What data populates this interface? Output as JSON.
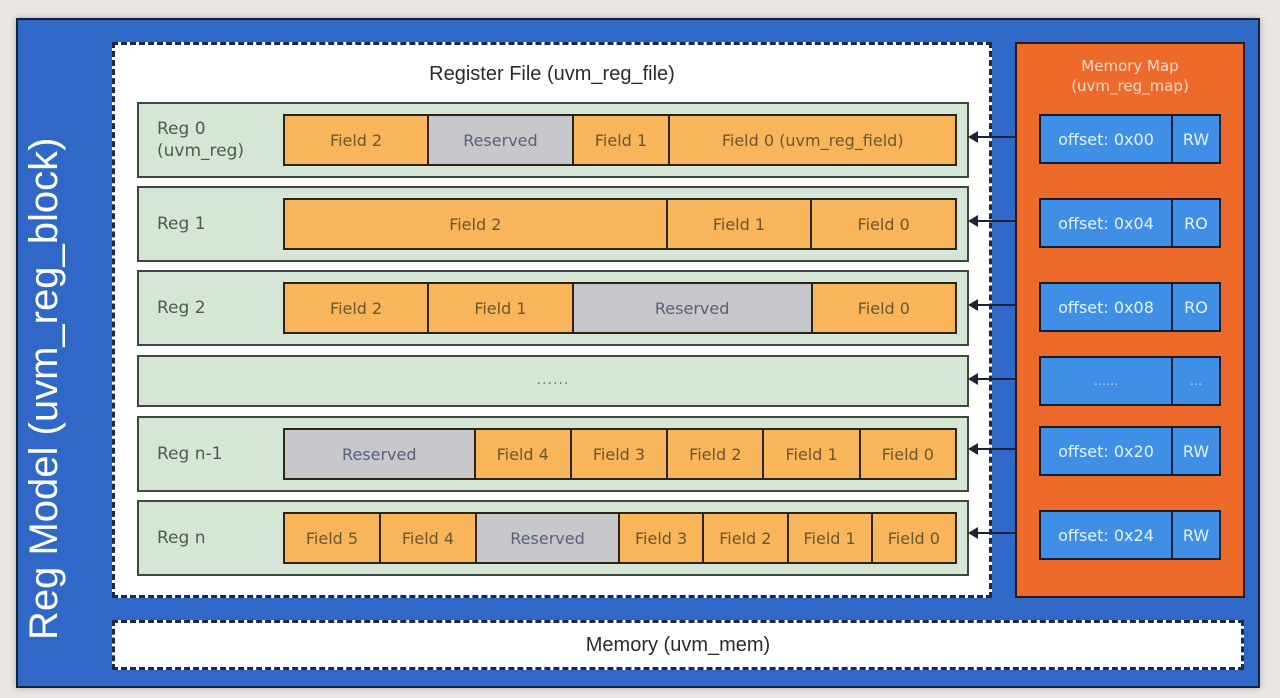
{
  "reg_block": {
    "title": "Reg Model (uvm_reg_block)",
    "colors": {
      "block_bg": "#2f68c6",
      "field": "#f8b55a",
      "reserved": "#c8c8cc",
      "reg_row": "#d6e6d6",
      "memory_map": "#ee6a2b",
      "offset_box": "#3f8fe6"
    }
  },
  "register_file": {
    "title": "Register File (uvm_reg_file)",
    "registers": [
      {
        "label": "Reg 0\n(uvm_reg)",
        "fields": [
          {
            "label": "Field 2",
            "type": "field",
            "bits": 3
          },
          {
            "label": "Reserved",
            "type": "reserved",
            "bits": 3
          },
          {
            "label": "Field 1",
            "type": "field",
            "bits": 2
          },
          {
            "label": "Field 0 (uvm_reg_field)",
            "type": "field",
            "bits": 6
          }
        ]
      },
      {
        "label": "Reg 1",
        "fields": [
          {
            "label": "Field 2",
            "type": "field",
            "bits": 8
          },
          {
            "label": "Field 1",
            "type": "field",
            "bits": 3
          },
          {
            "label": "Field 0",
            "type": "field",
            "bits": 3
          }
        ]
      },
      {
        "label": "Reg 2",
        "fields": [
          {
            "label": "Field 2",
            "type": "field",
            "bits": 3
          },
          {
            "label": "Field 1",
            "type": "field",
            "bits": 3
          },
          {
            "label": "Reserved",
            "type": "reserved",
            "bits": 5
          },
          {
            "label": "Field 0",
            "type": "field",
            "bits": 3
          }
        ]
      },
      {
        "label": "",
        "ellipsis": "......",
        "fields": []
      },
      {
        "label": "Reg n-1",
        "fields": [
          {
            "label": "Reserved",
            "type": "reserved",
            "bits": 4
          },
          {
            "label": "Field 4",
            "type": "field",
            "bits": 2
          },
          {
            "label": "Field 3",
            "type": "field",
            "bits": 2
          },
          {
            "label": "Field 2",
            "type": "field",
            "bits": 2
          },
          {
            "label": "Field 1",
            "type": "field",
            "bits": 2
          },
          {
            "label": "Field 0",
            "type": "field",
            "bits": 2
          }
        ]
      },
      {
        "label": "Reg n",
        "fields": [
          {
            "label": "Field 5",
            "type": "field",
            "bits": 2
          },
          {
            "label": "Field 4",
            "type": "field",
            "bits": 2
          },
          {
            "label": "Reserved",
            "type": "reserved",
            "bits": 3
          },
          {
            "label": "Field 3",
            "type": "field",
            "bits": 1.75
          },
          {
            "label": "Field 2",
            "type": "field",
            "bits": 1.75
          },
          {
            "label": "Field 1",
            "type": "field",
            "bits": 1.75
          },
          {
            "label": "Field 0",
            "type": "field",
            "bits": 1.75
          }
        ]
      }
    ]
  },
  "memory_map": {
    "title": "Memory Map\n(uvm_reg_map)",
    "entries": [
      {
        "offset": "offset: 0x00",
        "access": "RW"
      },
      {
        "offset": "offset: 0x04",
        "access": "RO"
      },
      {
        "offset": "offset: 0x08",
        "access": "RO"
      },
      {
        "offset": "......",
        "access": "...",
        "ellipsis": true
      },
      {
        "offset": "offset: 0x20",
        "access": "RW"
      },
      {
        "offset": "offset: 0x24",
        "access": "RW"
      }
    ]
  },
  "memory": {
    "label": "Memory (uvm_mem)"
  }
}
